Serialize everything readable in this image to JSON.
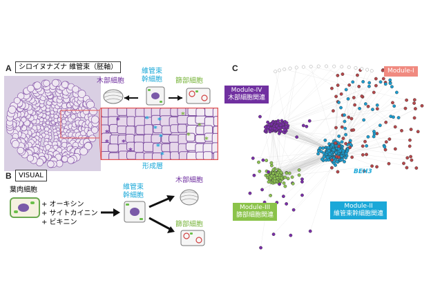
{
  "panels": {
    "a": "A",
    "b": "B",
    "c": "C"
  },
  "panel_a": {
    "title": "シロイヌナズナ 維管束（胚軸）",
    "xylem_label": "木部細胞",
    "procambium_label": [
      "維管束",
      "幹細胞"
    ],
    "phloem_label": "篩部細胞",
    "cambium_label": "形成層",
    "marker": "*"
  },
  "panel_b": {
    "title": "VISUAL",
    "mesophyll_label": "葉肉細胞",
    "treatments": [
      "+ オーキシン",
      "+ サイトカイニン",
      "+ ビキニン"
    ],
    "procambium_label": [
      "維管束",
      "幹細胞"
    ],
    "xylem_label": "木部細胞",
    "phloem_label": "篩部細胞"
  },
  "panel_c": {
    "gene_label": "BEH3",
    "modules": [
      {
        "id": "module-1",
        "title": "Module-I",
        "desc": "",
        "bg": "#f08a80",
        "fg": "#ffffff"
      },
      {
        "id": "module-2",
        "title": "Module-II",
        "desc": "維管束幹細胞関連",
        "bg": "#1ba8d8",
        "fg": "#ffffff"
      },
      {
        "id": "module-3",
        "title": "Module-III",
        "desc": "篩部細胞関連",
        "bg": "#8bc34a",
        "fg": "#ffffff"
      },
      {
        "id": "module-4",
        "title": "Module-IV",
        "desc": "木部細胞関連",
        "bg": "#7030a0",
        "fg": "#ffffff"
      }
    ],
    "colors": {
      "purple": "#7a2ea8",
      "blue": "#1c9ccf",
      "green": "#8cc152",
      "red": "#b5474a"
    }
  }
}
